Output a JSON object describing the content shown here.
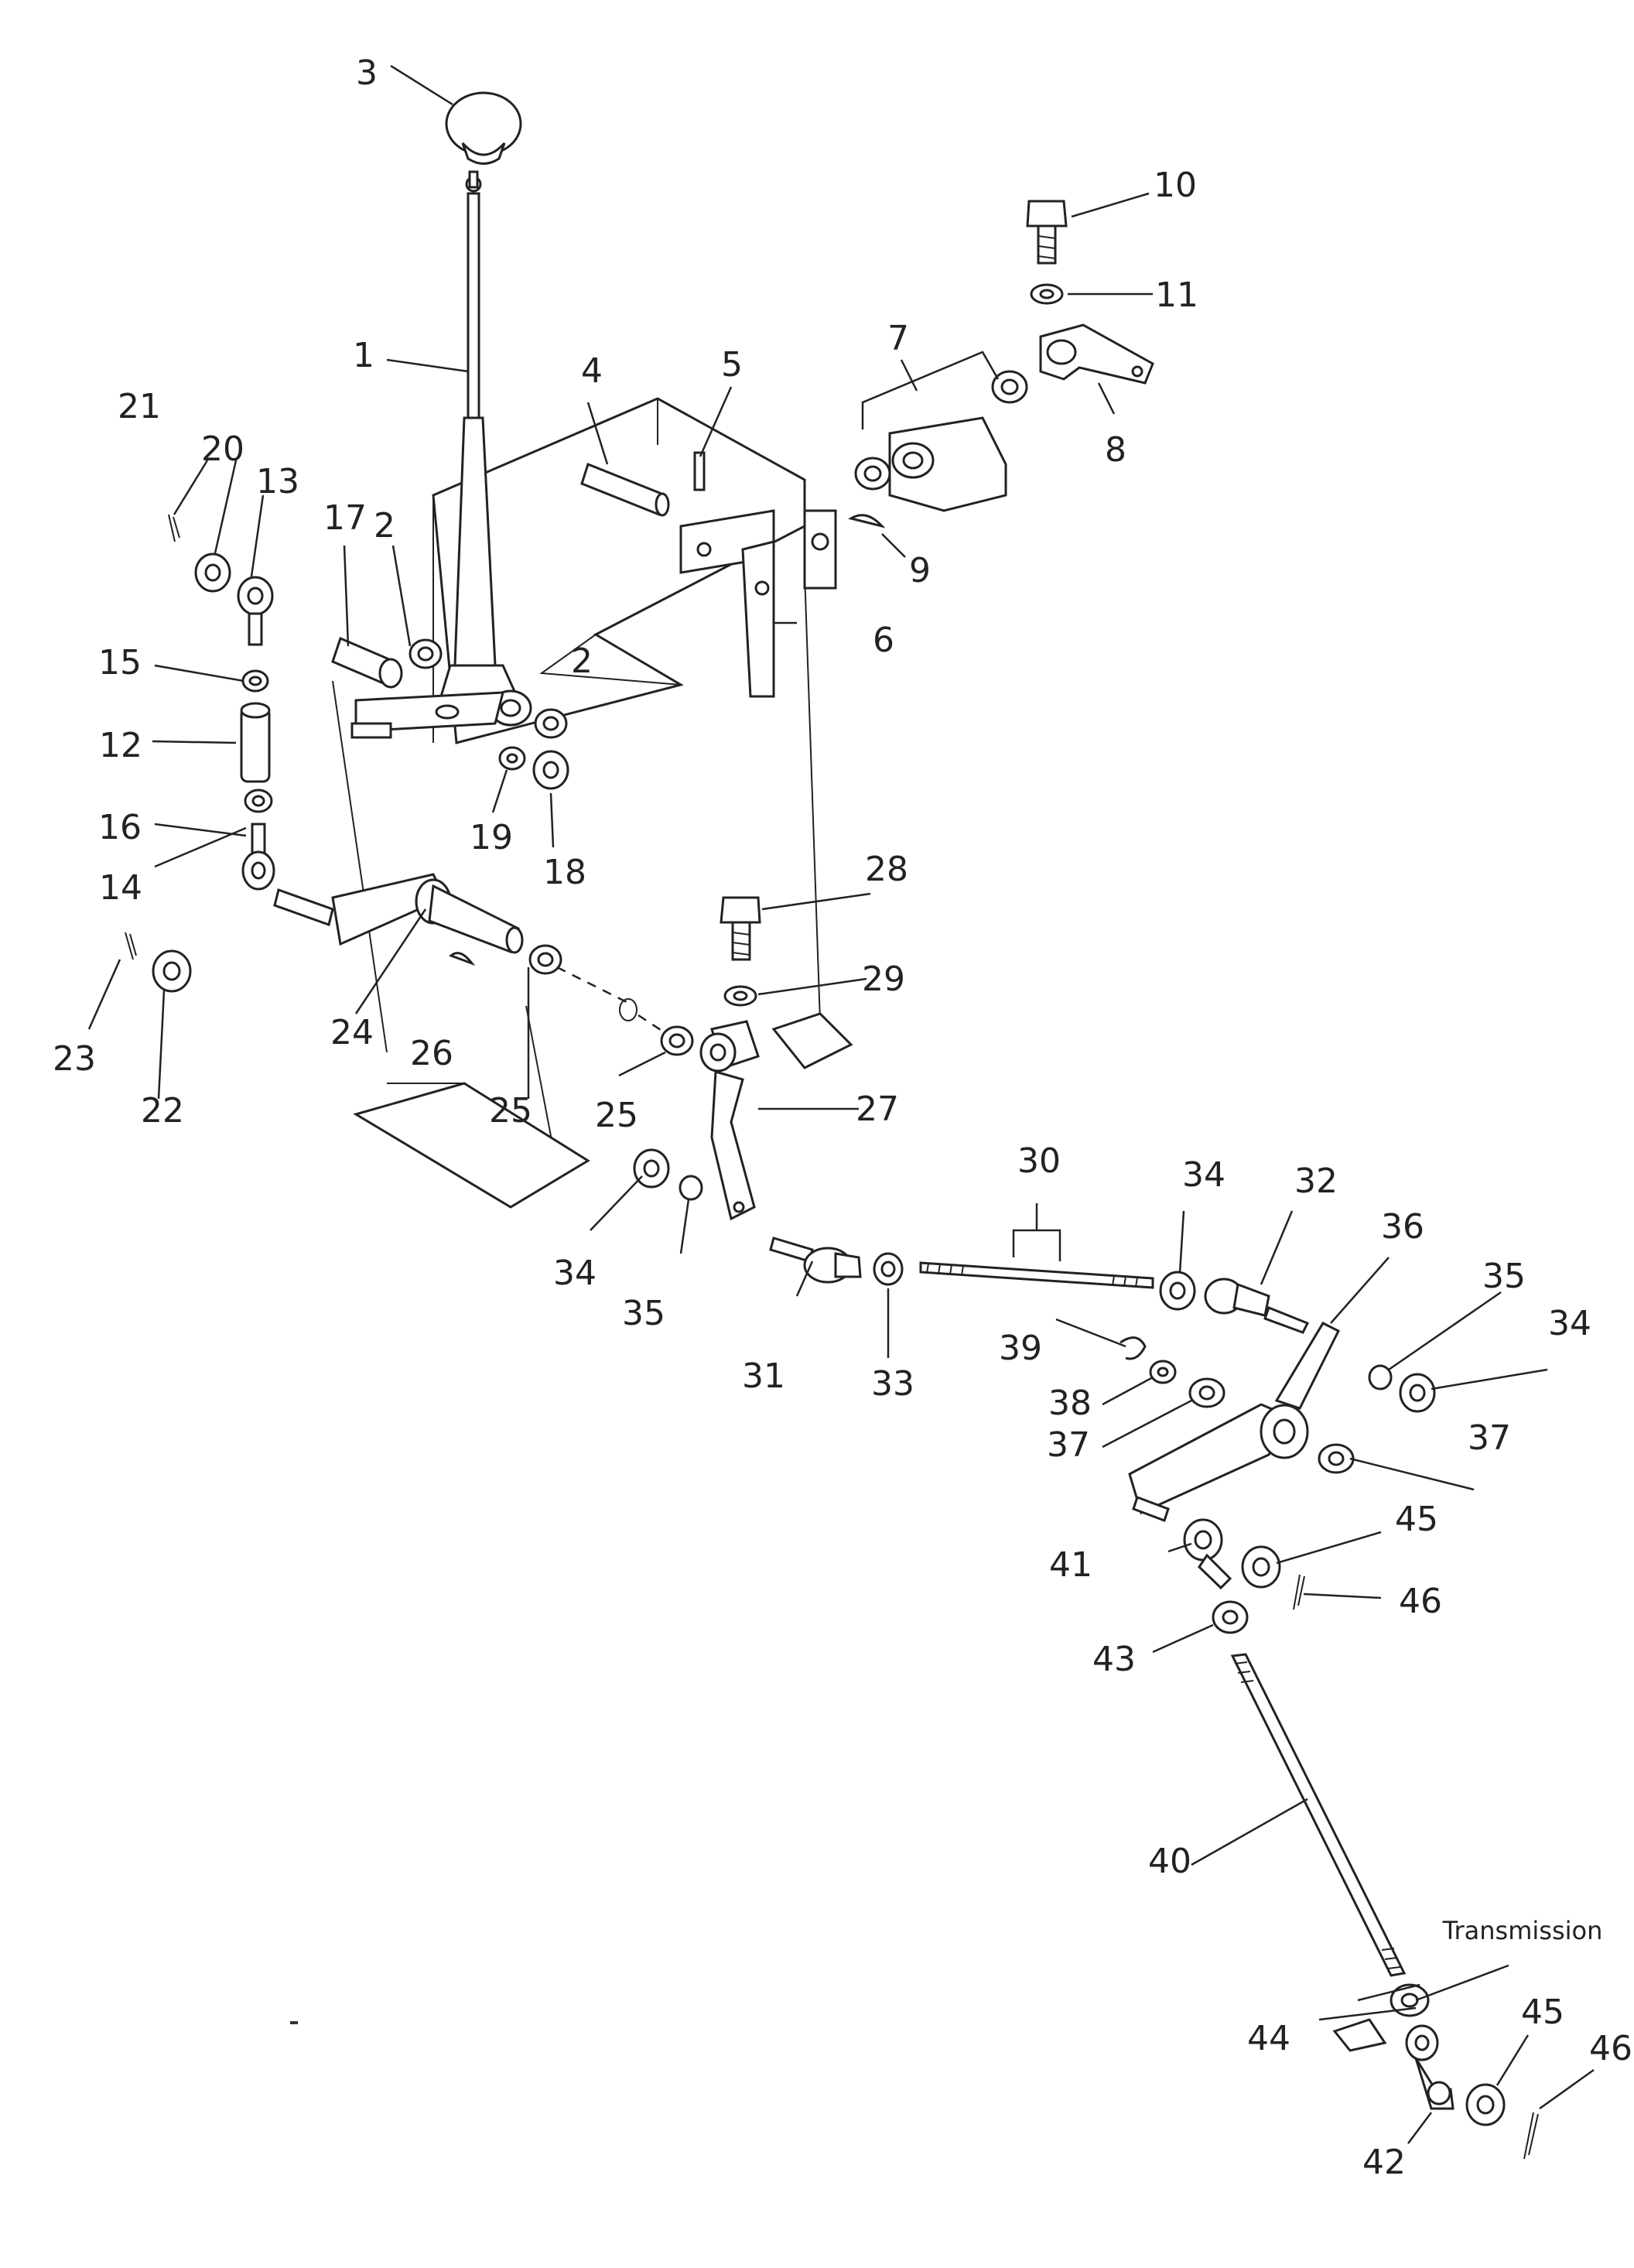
{
  "callouts": [
    "1",
    "2",
    "2",
    "3",
    "4",
    "5",
    "6",
    "7",
    "8",
    "9",
    "10",
    "11",
    "12",
    "13",
    "14",
    "15",
    "16",
    "17",
    "18",
    "19",
    "20",
    "21",
    "22",
    "23",
    "24",
    "25",
    "25",
    "26",
    "27",
    "28",
    "29",
    "30",
    "31",
    "32",
    "33",
    "34",
    "34",
    "34",
    "35",
    "35",
    "36",
    "37",
    "37",
    "38",
    "39",
    "40",
    "41",
    "42",
    "43",
    "44",
    "45",
    "45",
    "46",
    "46"
  ],
  "note": "Transmission"
}
